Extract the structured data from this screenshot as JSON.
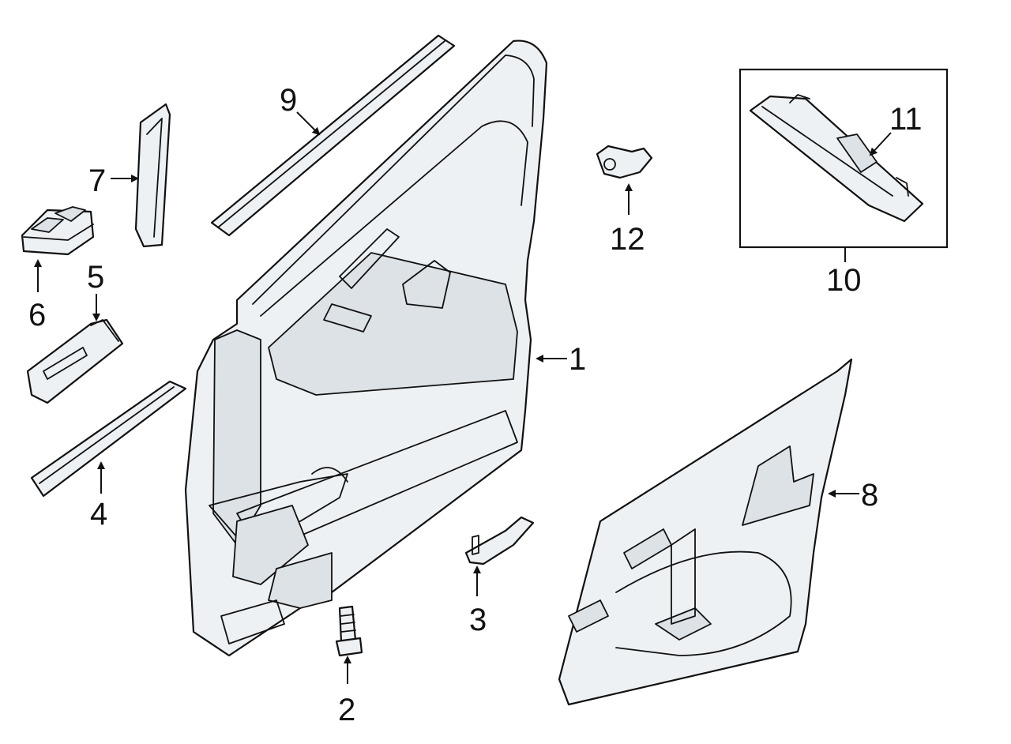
{
  "diagram": {
    "callouts": [
      {
        "id": "1",
        "text": "1"
      },
      {
        "id": "2",
        "text": "2"
      },
      {
        "id": "3",
        "text": "3"
      },
      {
        "id": "4",
        "text": "4"
      },
      {
        "id": "5",
        "text": "5"
      },
      {
        "id": "6",
        "text": "6"
      },
      {
        "id": "7",
        "text": "7"
      },
      {
        "id": "8",
        "text": "8"
      },
      {
        "id": "9",
        "text": "9"
      },
      {
        "id": "10",
        "text": "10"
      },
      {
        "id": "11",
        "text": "11"
      },
      {
        "id": "12",
        "text": "12"
      }
    ],
    "colors": {
      "line": "#111111",
      "fill": "#eef1f4",
      "background": "#ffffff"
    }
  }
}
